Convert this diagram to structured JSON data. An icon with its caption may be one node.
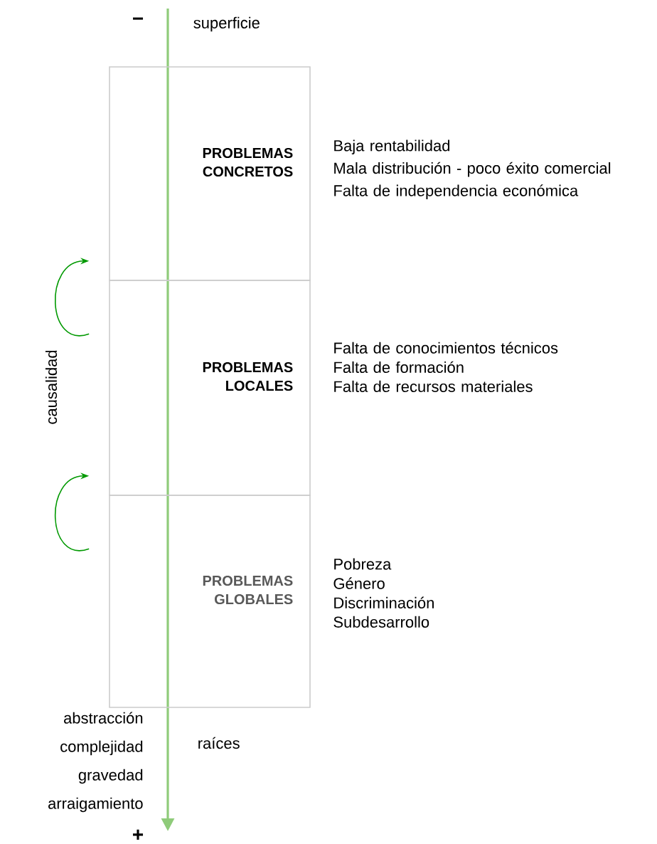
{
  "diagram": {
    "nodes": [
      {
        "text": [
          "PROBLEMAS CONCRETOS"
        ],
        "beside": [
          "Baja rentabilidad",
          "Mala distribución - poco éxito comercial",
          "Falta de independencia económica"
        ]
      },
      {
        "text": [
          "PROBLEMAS LOCALES"
        ],
        "beside": [
          "Falta de conocimientos técnicos",
          "Falta de formación",
          "Falta de recursos materiales"
        ]
      },
      {
        "text": [
          "PROBLEMAS GLOBALES"
        ],
        "beside": [
          "Pobreza",
          "Género",
          "Discriminación",
          "Subdesarrollo"
        ]
      }
    ],
    "edges": [
      {
        "from": 1,
        "to": 0,
        "arrow": "to"
      },
      {
        "from": 2,
        "to": 1,
        "arrow": "to"
      }
    ],
    "labels": [
      "−",
      "superficie",
      "causalidad",
      "abstracción complejidad gravedad arraigamiento",
      "raíces",
      "+"
    ]
  }
}
